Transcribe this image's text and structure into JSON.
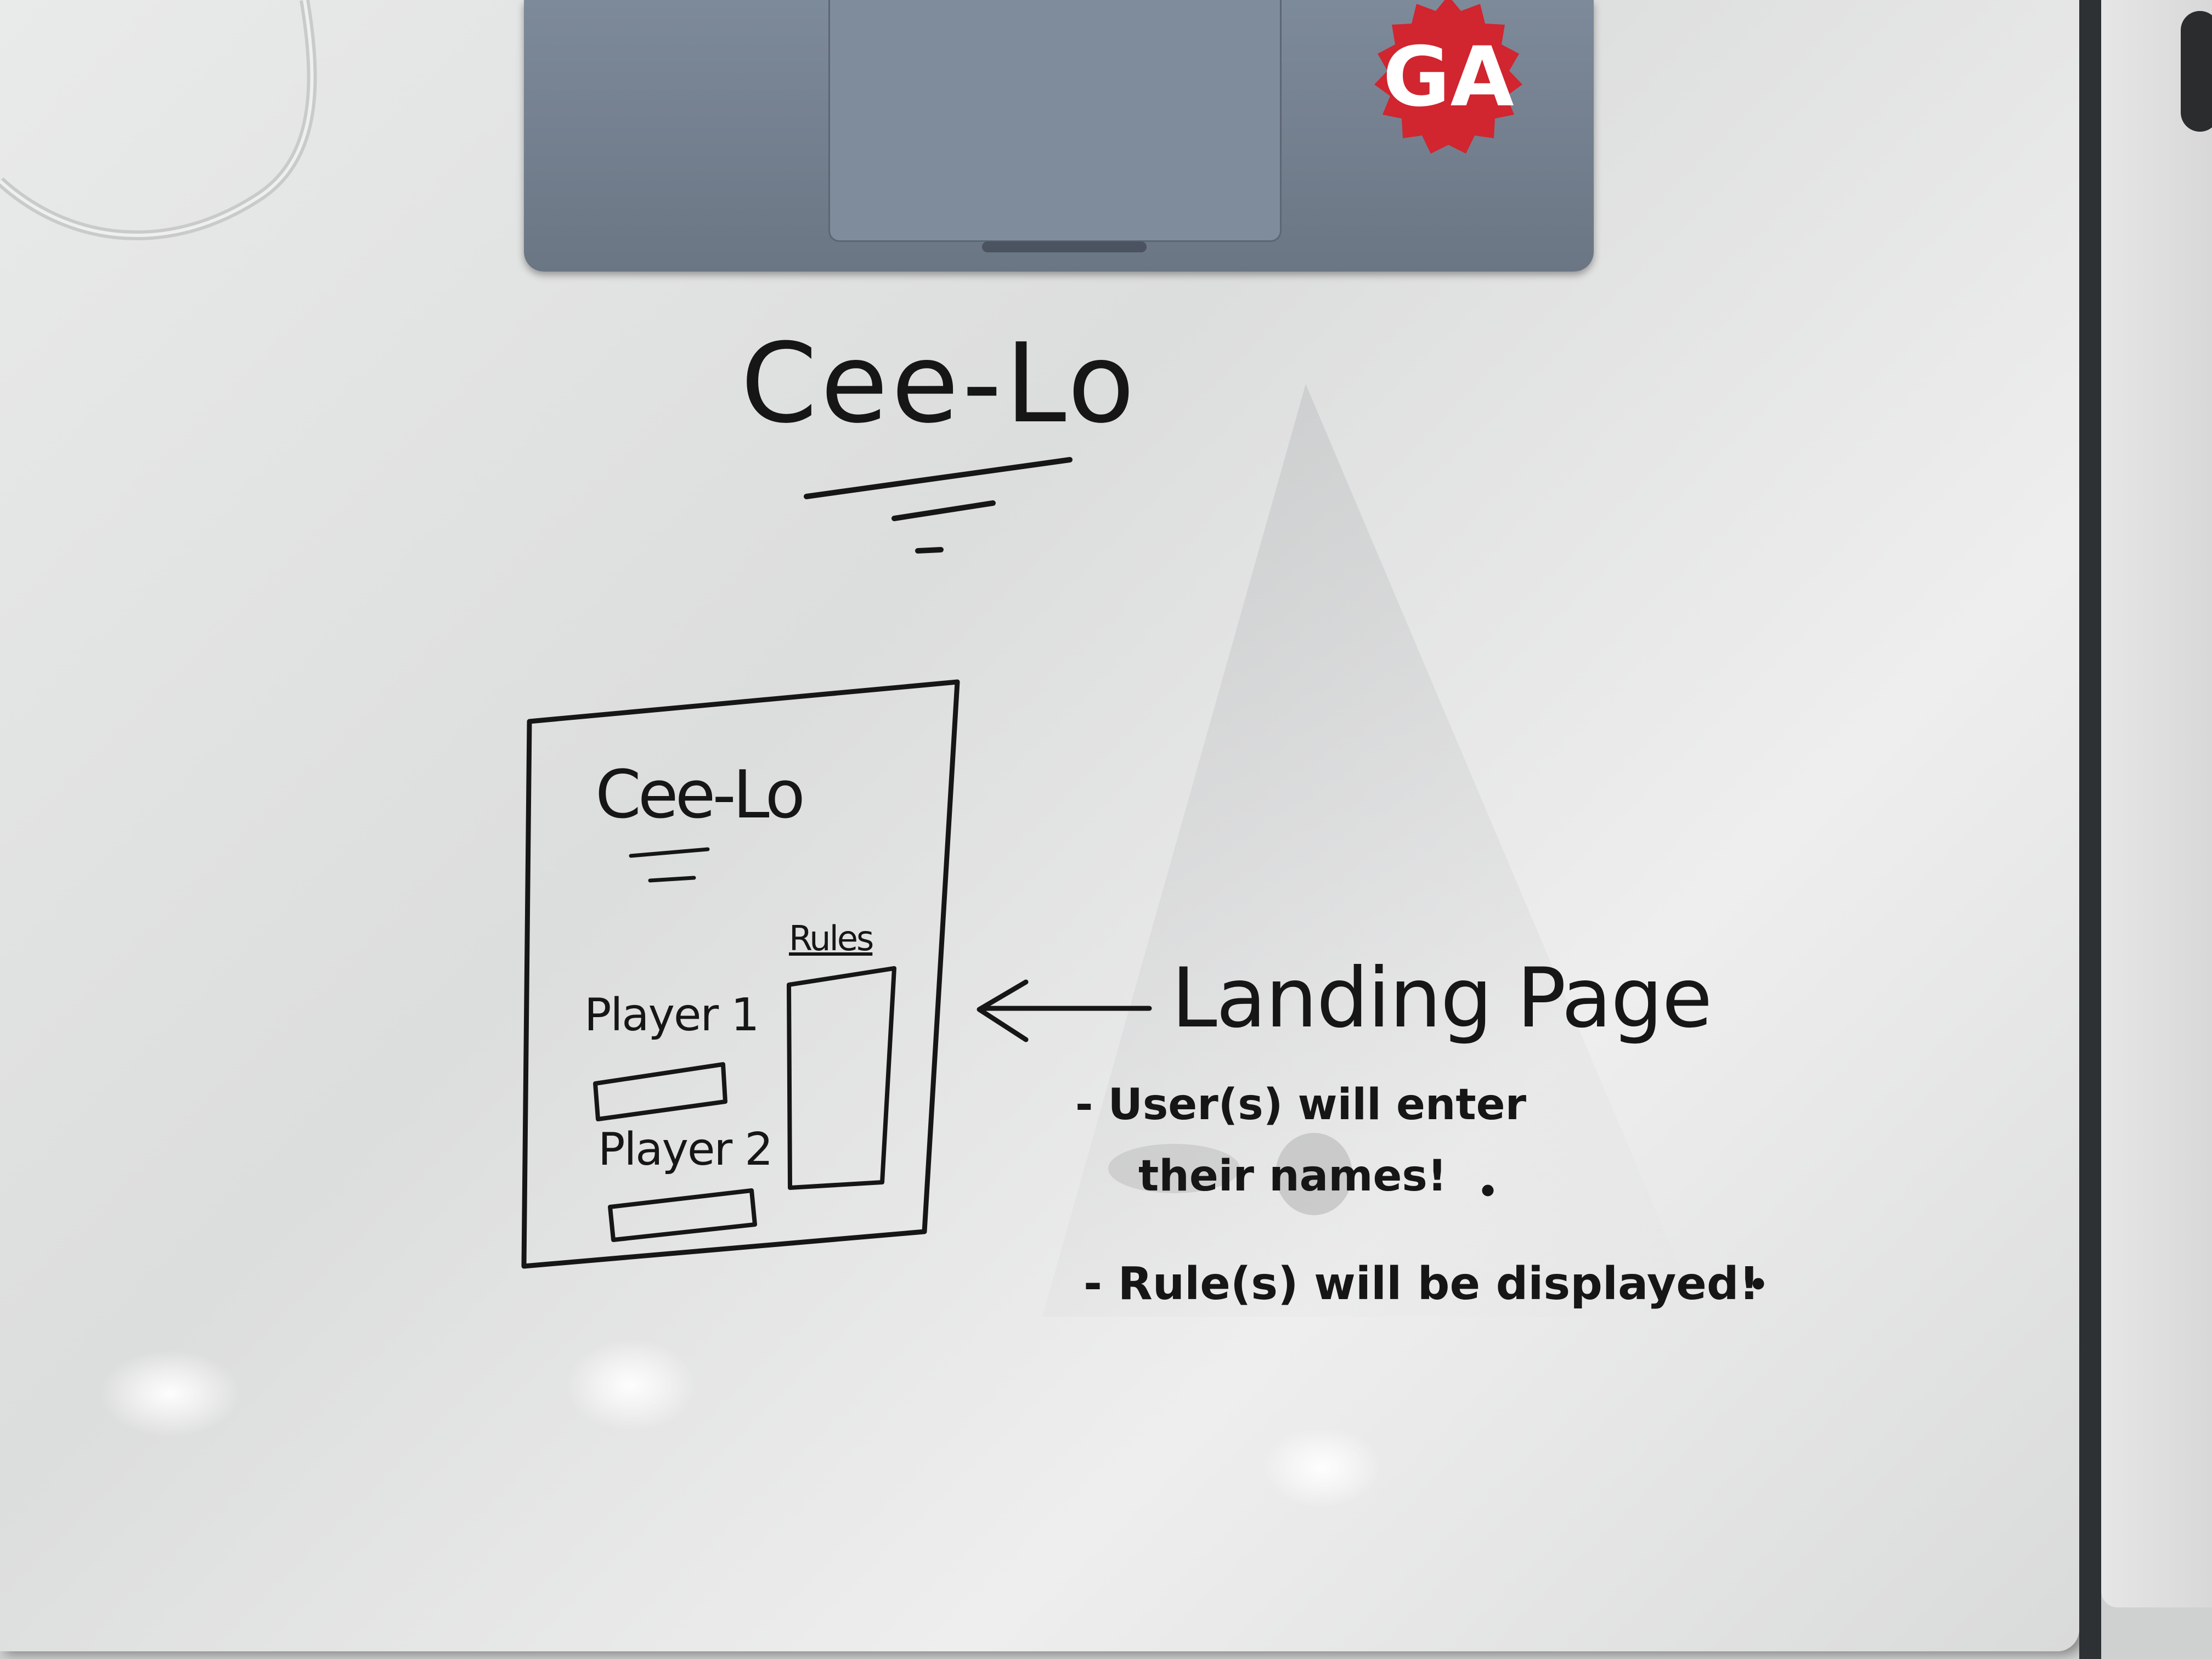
{
  "sticker": {
    "text": "GA",
    "color": "#d1252f"
  },
  "whiteboard": {
    "title": "Cee-Lo",
    "wireframe": {
      "title": "Cee-Lo",
      "player1_label": "Player 1",
      "player2_label": "Player 2",
      "rules_label": "Rules"
    },
    "annotation": {
      "label": "Landing Page",
      "note1_line1": "- User(s) will enter",
      "note1_line2": "their names!",
      "note2": "- Rule(s) will be displayed!"
    },
    "ink_color": "#161616"
  }
}
